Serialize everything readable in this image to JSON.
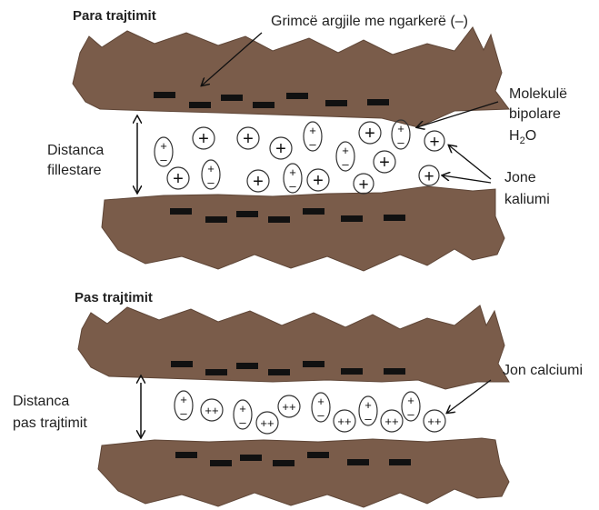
{
  "labels": {
    "before_title": "Para trajtimit",
    "clay_particle": "Grimcë argjile me ngarkerë (–)",
    "water_line1": "Molekulë",
    "water_line2": "bipolare",
    "water_h": "H",
    "water_sub": "2",
    "water_o": "O",
    "potassium_line1": "Jone",
    "potassium_line2": "kaliumi",
    "initial_distance_line1": "Distanca",
    "initial_distance_line2": "fillestare",
    "after_title": "Pas trajtimit",
    "calcium_ion": "Jon calciumi",
    "after_distance_line1": "Distanca",
    "after_distance_line2": "pas trajtimit"
  },
  "symbols": {
    "plus": "+",
    "minus": "–",
    "double_plus": "++"
  },
  "colors": {
    "clay": "#7a5c4a",
    "charge": "#111111",
    "outline": "#333333"
  }
}
